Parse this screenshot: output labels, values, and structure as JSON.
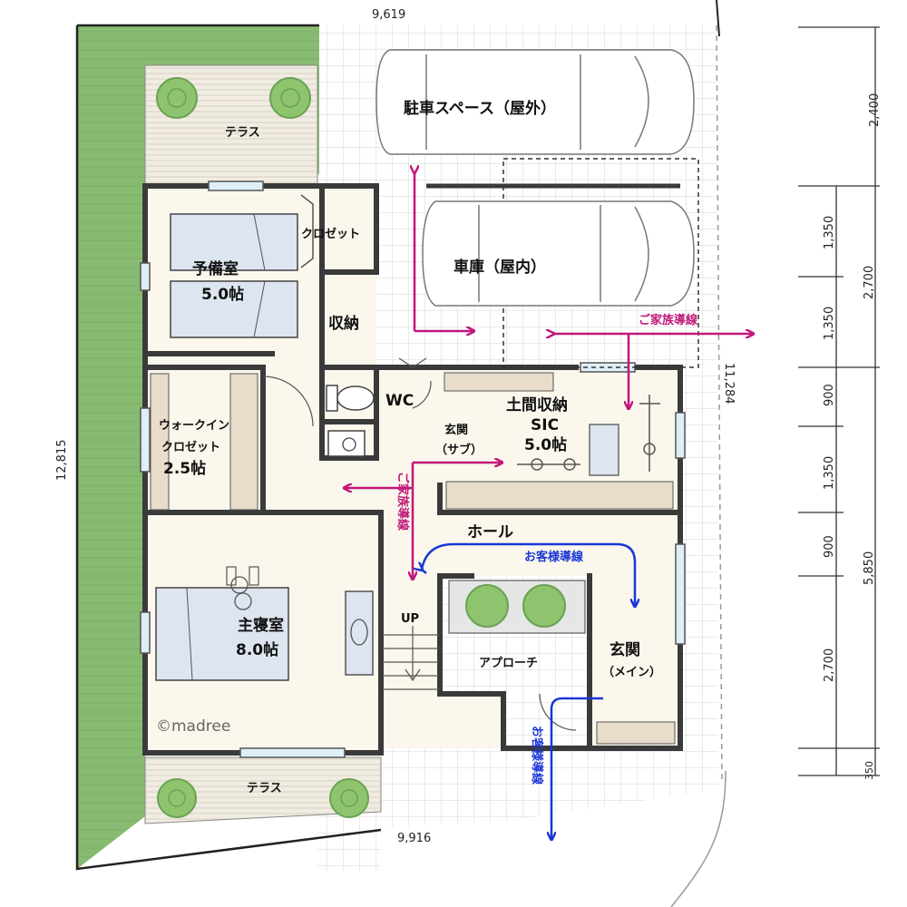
{
  "rooms": {
    "terrace_top": "テラス",
    "terrace_bottom": "テラス",
    "parking": "駐車スペース（屋外）",
    "garage": "車庫（屋内）",
    "spare_name": "予備室",
    "spare_size": "5.0帖",
    "closet": "クロゼット",
    "storage": "収納",
    "wc": "WC",
    "wic_line1": "ウォークイン",
    "wic_line2": "クロゼット",
    "wic_size": "2.5帖",
    "entrance_sub_line1": "玄関",
    "entrance_sub_line2": "（サブ）",
    "sic_line1": "土間収納",
    "sic_line2": "SIC",
    "sic_size": "5.0帖",
    "hall": "ホール",
    "master_name": "主寝室",
    "master_size": "8.0帖",
    "approach": "アプローチ",
    "entrance_main_line1": "玄関",
    "entrance_main_line2": "（メイン）",
    "up": "UP"
  },
  "flows": {
    "family_top": "ご家族導線",
    "family_left": "ご家族導線",
    "guest_top": "お客様導線",
    "guest_bottom": "お客様導線"
  },
  "dimensions": {
    "top_width": "9,619",
    "bottom_width": "9,916",
    "left_height": "12,815",
    "right_diag": "11,284",
    "col1": [
      "2,400",
      "1,350",
      "1,350",
      "900",
      "1,350",
      "900",
      "2,700",
      "350"
    ],
    "col2": [
      "2,700",
      "5,850"
    ]
  },
  "copyright": "©madree",
  "colors": {
    "lawn": "#88bb72",
    "floor": "#fbf7ec",
    "tatami_bed": "#dde5f0",
    "wall": "#3a3a3a",
    "family_flow": "#c0187a",
    "guest_flow": "#1a37d6",
    "tile_grid": "#d6d6d6",
    "shelf": "#e8dccb",
    "tree": "#8fc46f"
  }
}
